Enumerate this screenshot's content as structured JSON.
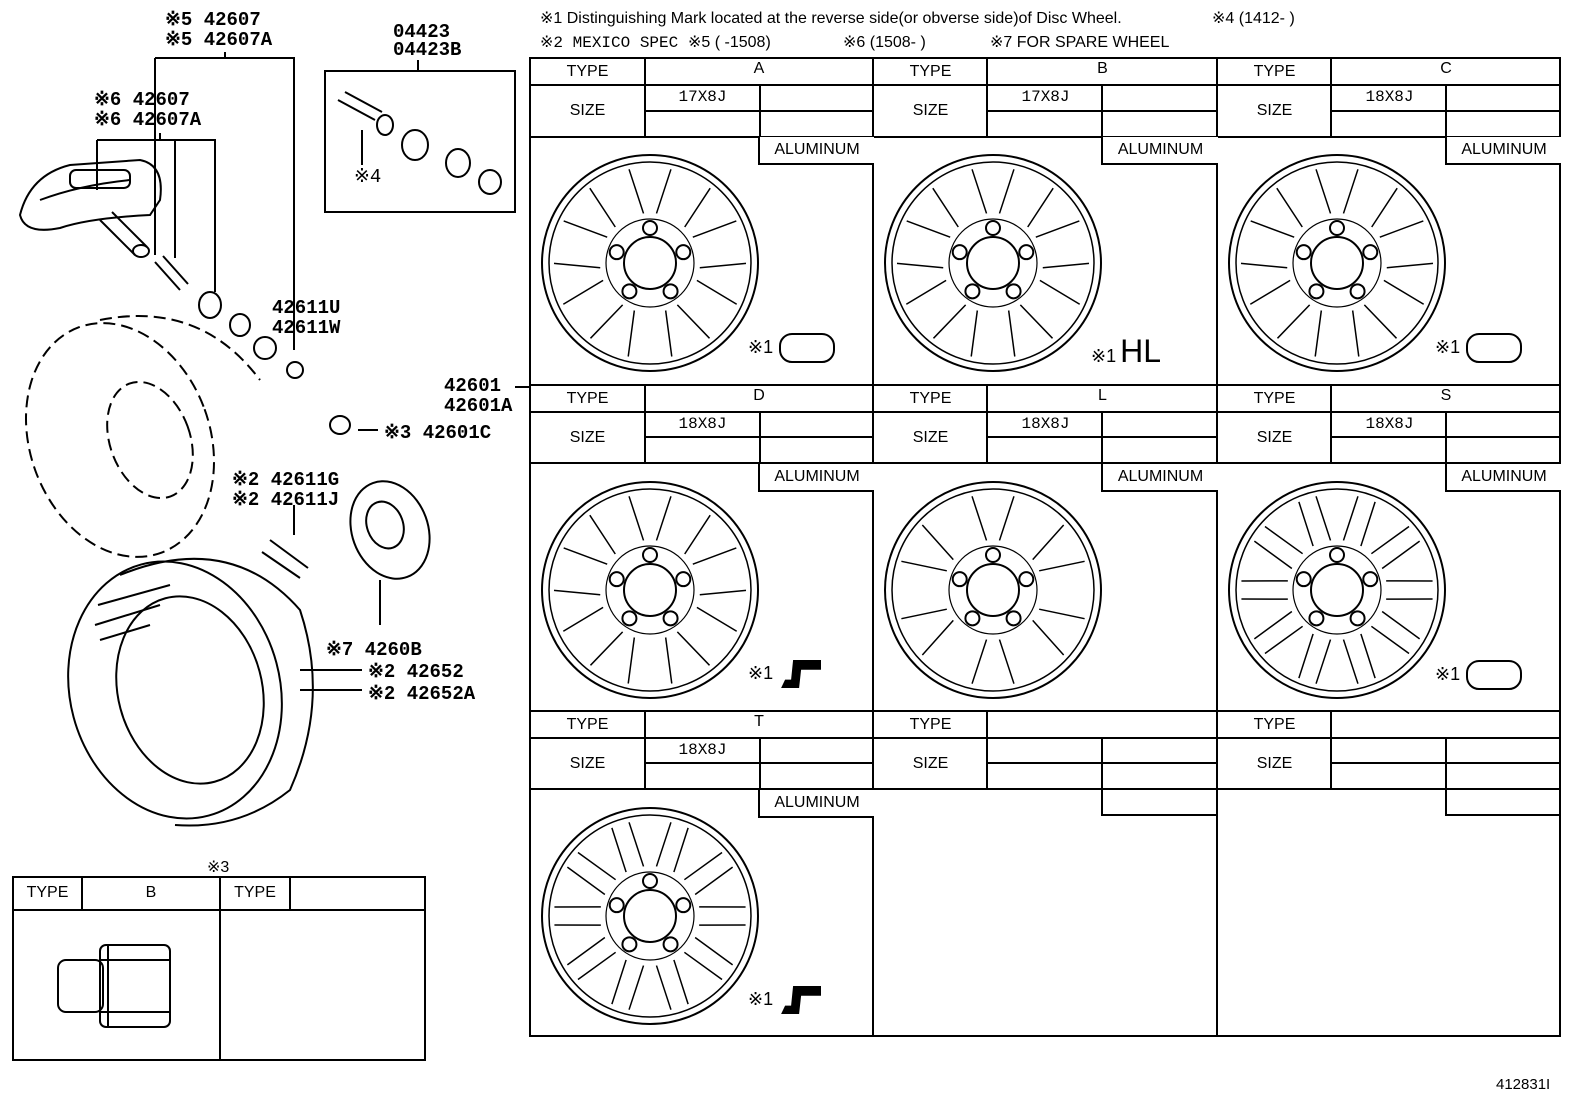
{
  "notes": {
    "line1_n1": "※1 Distinguishing Mark located at the reverse side(or obverse side)of Disc Wheel.",
    "line1_n4": "※4 (1412-      )",
    "line2_n2": "※2 MEXICO SPEC",
    "line2_n5": "※5 (       -1508)",
    "line2_n6": "※6 (1508-       )",
    "line2_n7": "※7 FOR SPARE WHEEL"
  },
  "callouts": {
    "p42607_n5": "※5 42607",
    "p42607A_n5": "※5 42607A",
    "p42607_n6": "※6 42607",
    "p42607A_n6": "※6 42607A",
    "p04423": "04423",
    "p04423B": "04423B",
    "n4": "※4",
    "p42611U": "42611U",
    "p42611W": "42611W",
    "p42601": "42601",
    "p42601A": "42601A",
    "p42601C": "※3 42601C",
    "p42611G": "※2 42611G",
    "p42611J": "※2 42611J",
    "p4260B": "※7 4260B",
    "p42652": "※2 42652",
    "p42652A": "※2 42652A",
    "figure_id": "412831I"
  },
  "table_labels": {
    "type": "TYPE",
    "size": "SIZE",
    "material": "ALUMINUM",
    "mark_prefix": "※1"
  },
  "wheels": [
    {
      "type": "A",
      "size": "17X8J",
      "material": "ALUMINUM",
      "mark": "tpms-valve"
    },
    {
      "type": "B",
      "size": "17X8J",
      "material": "ALUMINUM",
      "mark": "HL"
    },
    {
      "type": "C",
      "size": "18X8J",
      "material": "ALUMINUM",
      "mark": "tpms-valve"
    },
    {
      "type": "D",
      "size": "18X8J",
      "material": "ALUMINUM",
      "mark": "step-shape"
    },
    {
      "type": "L",
      "size": "18X8J",
      "material": "ALUMINUM",
      "mark": ""
    },
    {
      "type": "S",
      "size": "18X8J",
      "material": "ALUMINUM",
      "mark": "tpms-valve"
    },
    {
      "type": "T",
      "size": "18X8J",
      "material": "ALUMINUM",
      "mark": "step-shape"
    },
    {
      "type": "",
      "size": "",
      "material": "",
      "mark": ""
    },
    {
      "type": "",
      "size": "",
      "material": "",
      "mark": ""
    }
  ],
  "nut_table": {
    "title": "※3",
    "type_label": "TYPE",
    "col1_value": "B",
    "col2_label": "TYPE",
    "col2_value": ""
  }
}
